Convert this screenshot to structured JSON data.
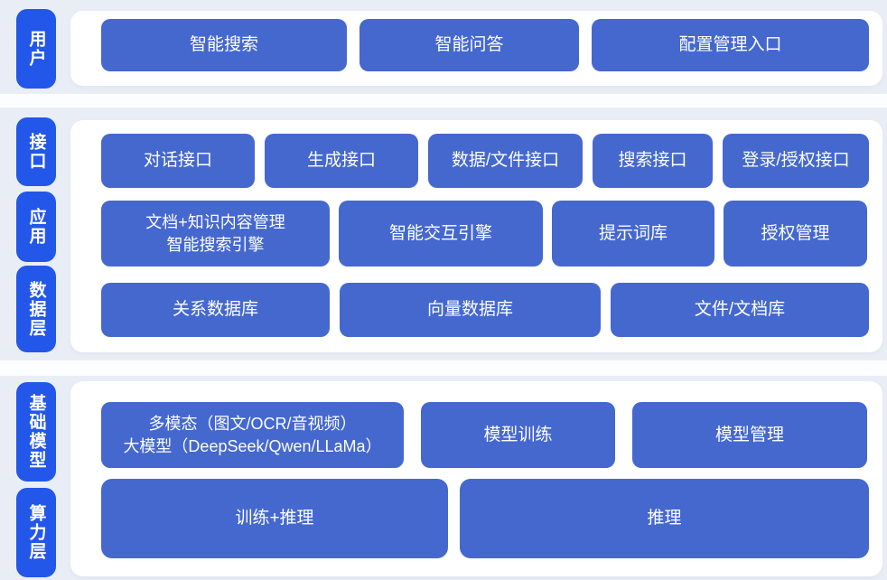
{
  "palette": {
    "background": "#e9eef6",
    "card_white": "#ffffff",
    "block_blue": "#4568cf",
    "rail_blue": "#2257e9",
    "text_white": "#ffffff"
  },
  "rails": {
    "user": "用户",
    "interface": "接口",
    "application": "应用",
    "data_layer": "数据层",
    "foundation_model": "基础模型",
    "compute_layer": "算力层"
  },
  "user_row": [
    "智能搜索",
    "智能问答",
    "配置管理入口"
  ],
  "interface_row": [
    "对话接口",
    "生成接口",
    "数据/文件接口",
    "搜索接口",
    "登录/授权接口"
  ],
  "application_row": [
    "文档+知识内容管理\n智能搜索引擎",
    "智能交互引擎",
    "提示词库",
    "授权管理"
  ],
  "data_row": [
    "关系数据库",
    "向量数据库",
    "文件/文档库"
  ],
  "model_row": [
    "多模态（图文/OCR/音视频）\n大模型（DeepSeek/Qwen/LLaMa）",
    "模型训练",
    "模型管理"
  ],
  "compute_row": [
    "训练+推理",
    "推理"
  ]
}
